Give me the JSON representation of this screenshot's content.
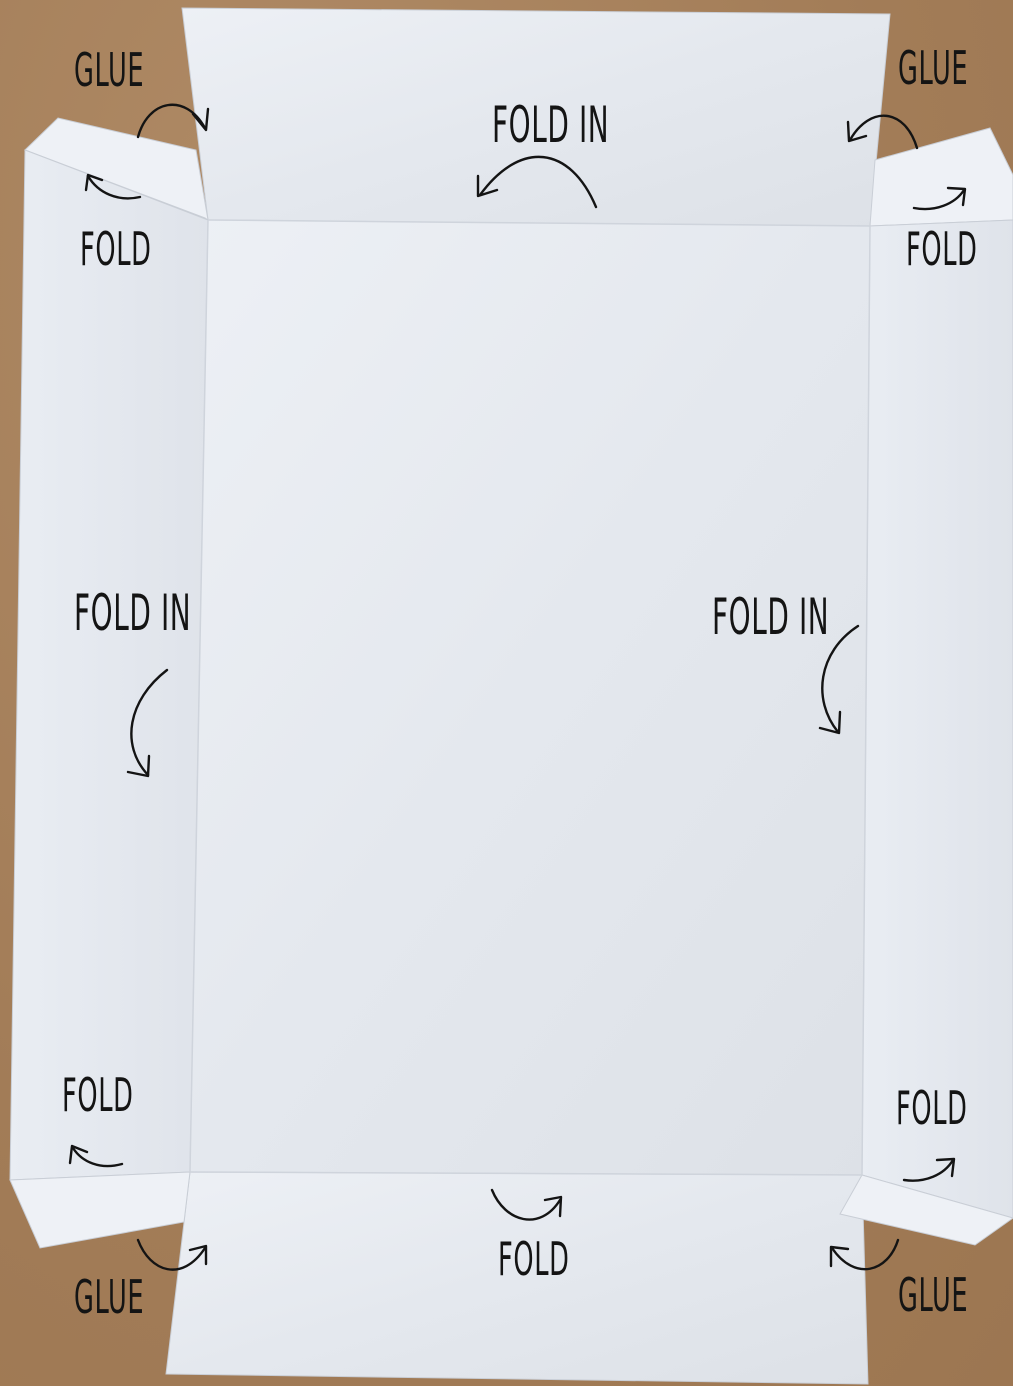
{
  "labels": {
    "glue_top_left": "GLUE",
    "glue_top_right": "GLUE",
    "glue_bottom_left": "GLUE",
    "glue_bottom_right": "GLUE",
    "fold_in_top": "FOLD IN",
    "fold_in_left": "FOLD IN",
    "fold_in_right": "FOLD IN",
    "fold_top_left": "FOLD",
    "fold_top_right": "FOLD",
    "fold_bottom_left": "FOLD",
    "fold_bottom_right": "FOLD",
    "fold_bottom_center": "FOLD"
  },
  "colors": {
    "background": "#a27c57",
    "paper": "#e6eaf0",
    "ink": "#141414"
  }
}
